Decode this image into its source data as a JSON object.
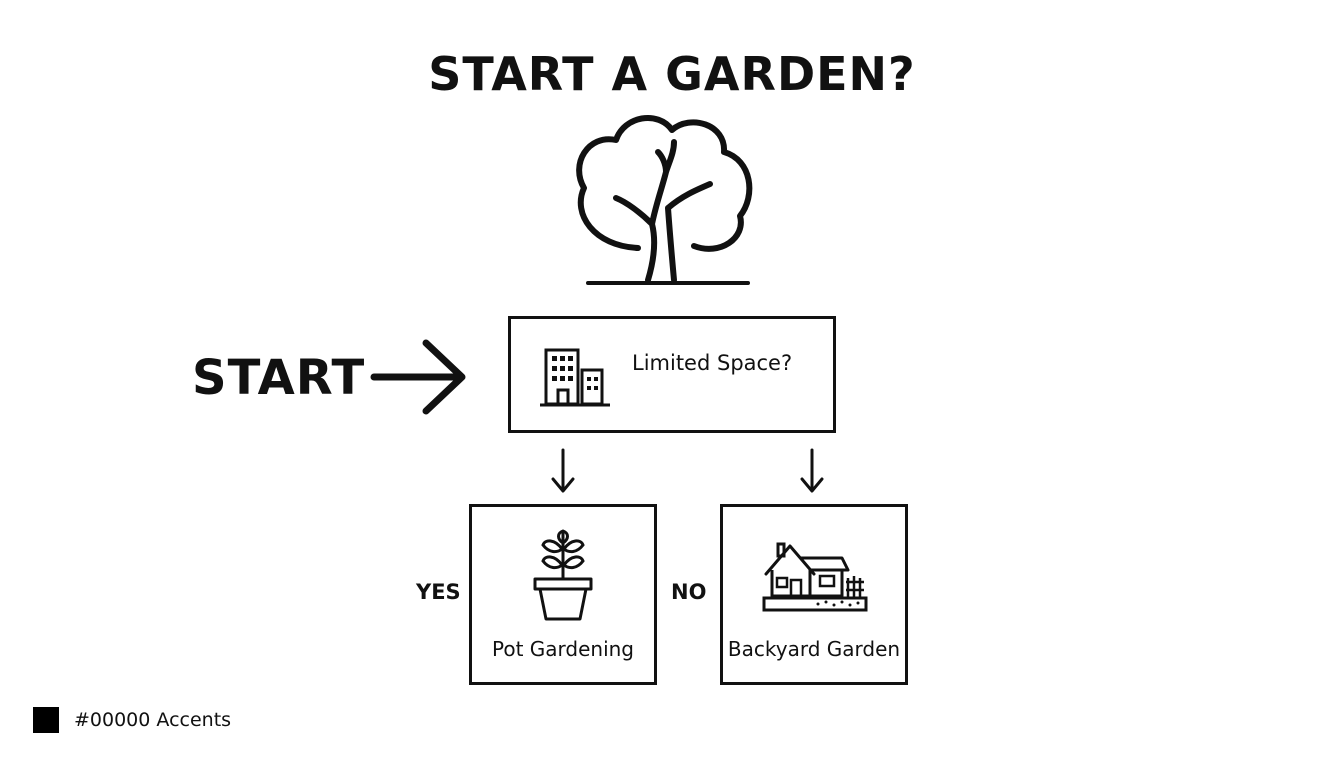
{
  "title": "START A GARDEN?",
  "start": {
    "label": "START"
  },
  "decision": {
    "question": "Limited Space?",
    "icon": "building-icon"
  },
  "branches": {
    "yes": {
      "branch_label": "YES",
      "label": "Pot Gardening",
      "icon": "potted-plant-icon"
    },
    "no": {
      "branch_label": "NO",
      "label": "Backyard Garden",
      "icon": "house-icon"
    }
  },
  "header_icon": "tree-icon",
  "legend": {
    "text": "#00000 Accents",
    "color": "#000000"
  },
  "colors": {
    "stroke": "#111111",
    "background": "#ffffff"
  }
}
